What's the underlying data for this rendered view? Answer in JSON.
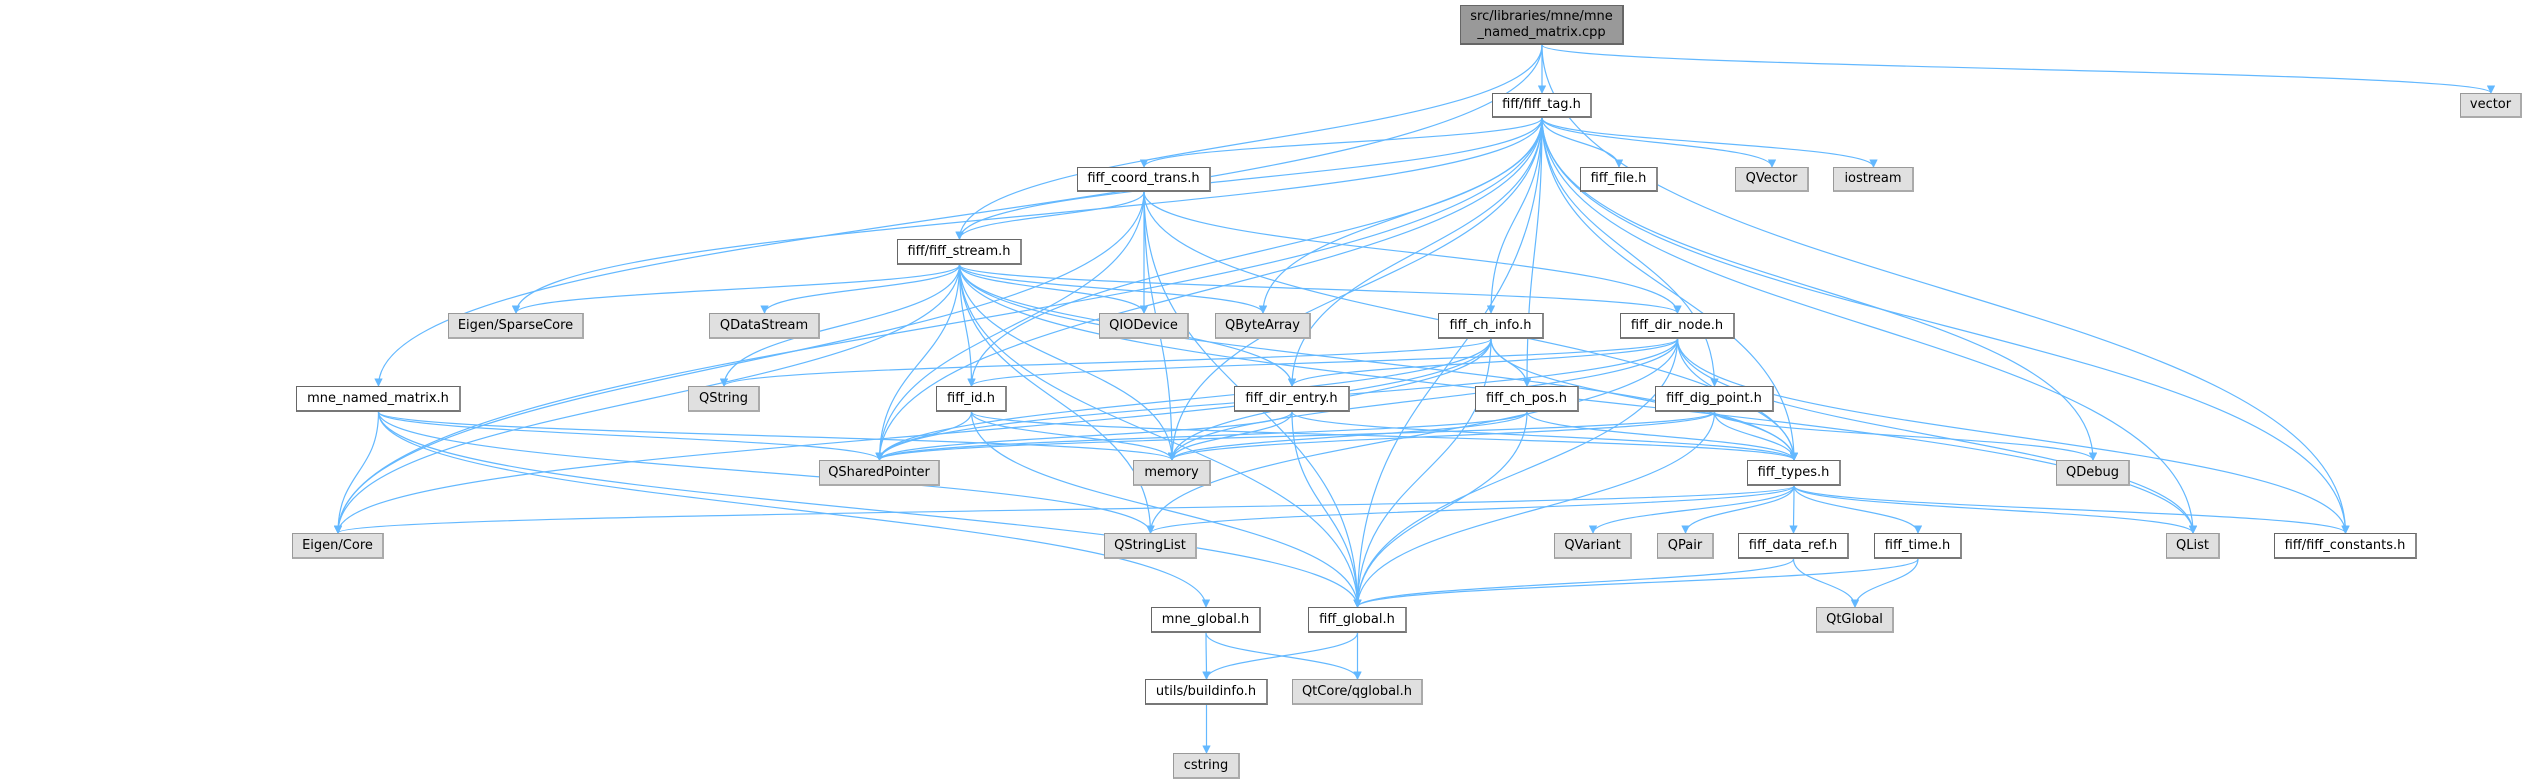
{
  "colors": {
    "edge": "#63b8ff",
    "root_fill": "#999999",
    "external_fill": "#e0e0e0",
    "internal_fill": "#ffffff"
  },
  "nodes": [
    {
      "id": "root",
      "label": "src/libraries/mne/mne\n_named_matrix.cpp",
      "kind": "root"
    },
    {
      "id": "fiff_tag",
      "label": "fiff/fiff_tag.h",
      "kind": "internal"
    },
    {
      "id": "vector",
      "label": "vector",
      "kind": "external"
    },
    {
      "id": "fiff_coord_trans",
      "label": "fiff_coord_trans.h",
      "kind": "internal"
    },
    {
      "id": "fiff_file",
      "label": "fiff_file.h",
      "kind": "internal"
    },
    {
      "id": "QVector",
      "label": "QVector",
      "kind": "external"
    },
    {
      "id": "iostream",
      "label": "iostream",
      "kind": "external"
    },
    {
      "id": "fiff_stream",
      "label": "fiff/fiff_stream.h",
      "kind": "internal"
    },
    {
      "id": "Eigen_SparseCore",
      "label": "Eigen/SparseCore",
      "kind": "external"
    },
    {
      "id": "QDataStream",
      "label": "QDataStream",
      "kind": "external"
    },
    {
      "id": "QIODevice",
      "label": "QIODevice",
      "kind": "external"
    },
    {
      "id": "QByteArray",
      "label": "QByteArray",
      "kind": "external"
    },
    {
      "id": "fiff_ch_info",
      "label": "fiff_ch_info.h",
      "kind": "internal"
    },
    {
      "id": "fiff_dir_node",
      "label": "fiff_dir_node.h",
      "kind": "internal"
    },
    {
      "id": "mne_named_matrix_h",
      "label": "mne_named_matrix.h",
      "kind": "internal"
    },
    {
      "id": "QString",
      "label": "QString",
      "kind": "external"
    },
    {
      "id": "fiff_id",
      "label": "fiff_id.h",
      "kind": "internal"
    },
    {
      "id": "fiff_dir_entry",
      "label": "fiff_dir_entry.h",
      "kind": "internal"
    },
    {
      "id": "fiff_ch_pos",
      "label": "fiff_ch_pos.h",
      "kind": "internal"
    },
    {
      "id": "fiff_dig_point",
      "label": "fiff_dig_point.h",
      "kind": "internal"
    },
    {
      "id": "QSharedPointer",
      "label": "QSharedPointer",
      "kind": "external"
    },
    {
      "id": "memory",
      "label": "memory",
      "kind": "external"
    },
    {
      "id": "fiff_types",
      "label": "fiff_types.h",
      "kind": "internal"
    },
    {
      "id": "QDebug",
      "label": "QDebug",
      "kind": "external"
    },
    {
      "id": "Eigen_Core",
      "label": "Eigen/Core",
      "kind": "external"
    },
    {
      "id": "QStringList",
      "label": "QStringList",
      "kind": "external"
    },
    {
      "id": "QVariant",
      "label": "QVariant",
      "kind": "external"
    },
    {
      "id": "QPair",
      "label": "QPair",
      "kind": "external"
    },
    {
      "id": "fiff_data_ref",
      "label": "fiff_data_ref.h",
      "kind": "internal"
    },
    {
      "id": "fiff_time",
      "label": "fiff_time.h",
      "kind": "internal"
    },
    {
      "id": "QList",
      "label": "QList",
      "kind": "external"
    },
    {
      "id": "fiff_constants",
      "label": "fiff/fiff_constants.h",
      "kind": "internal"
    },
    {
      "id": "mne_global",
      "label": "mne_global.h",
      "kind": "internal"
    },
    {
      "id": "fiff_global",
      "label": "fiff_global.h",
      "kind": "internal"
    },
    {
      "id": "QtGlobal",
      "label": "QtGlobal",
      "kind": "external"
    },
    {
      "id": "buildinfo",
      "label": "utils/buildinfo.h",
      "kind": "internal"
    },
    {
      "id": "qglobal",
      "label": "QtCore/qglobal.h",
      "kind": "external"
    },
    {
      "id": "cstring",
      "label": "cstring",
      "kind": "external"
    }
  ],
  "edges": [
    [
      "root",
      "fiff_tag"
    ],
    [
      "root",
      "vector"
    ],
    [
      "root",
      "fiff_stream"
    ],
    [
      "root",
      "mne_named_matrix_h"
    ],
    [
      "root",
      "fiff_constants"
    ],
    [
      "fiff_tag",
      "fiff_coord_trans"
    ],
    [
      "fiff_tag",
      "fiff_file"
    ],
    [
      "fiff_tag",
      "QVector"
    ],
    [
      "fiff_tag",
      "iostream"
    ],
    [
      "fiff_tag",
      "fiff_stream"
    ],
    [
      "fiff_tag",
      "QByteArray"
    ],
    [
      "fiff_tag",
      "fiff_ch_info"
    ],
    [
      "fiff_tag",
      "fiff_dir_entry"
    ],
    [
      "fiff_tag",
      "fiff_ch_pos"
    ],
    [
      "fiff_tag",
      "fiff_dig_point"
    ],
    [
      "fiff_tag",
      "fiff_types"
    ],
    [
      "fiff_tag",
      "QDebug"
    ],
    [
      "fiff_tag",
      "QList"
    ],
    [
      "fiff_tag",
      "fiff_constants"
    ],
    [
      "fiff_tag",
      "Eigen_SparseCore"
    ],
    [
      "fiff_tag",
      "Eigen_Core"
    ],
    [
      "fiff_tag",
      "QSharedPointer"
    ],
    [
      "fiff_tag",
      "memory"
    ],
    [
      "fiff_tag",
      "fiff_global"
    ],
    [
      "fiff_tag",
      "fiff_id"
    ],
    [
      "fiff_coord_trans",
      "fiff_stream"
    ],
    [
      "fiff_coord_trans",
      "QIODevice"
    ],
    [
      "fiff_coord_trans",
      "fiff_dir_node"
    ],
    [
      "fiff_coord_trans",
      "fiff_types"
    ],
    [
      "fiff_coord_trans",
      "Eigen_Core"
    ],
    [
      "fiff_coord_trans",
      "fiff_global"
    ],
    [
      "fiff_coord_trans",
      "QSharedPointer"
    ],
    [
      "fiff_coord_trans",
      "memory"
    ],
    [
      "fiff_stream",
      "Eigen_SparseCore"
    ],
    [
      "fiff_stream",
      "QDataStream"
    ],
    [
      "fiff_stream",
      "QIODevice"
    ],
    [
      "fiff_stream",
      "QByteArray"
    ],
    [
      "fiff_stream",
      "QString"
    ],
    [
      "fiff_stream",
      "fiff_id"
    ],
    [
      "fiff_stream",
      "fiff_dir_entry"
    ],
    [
      "fiff_stream",
      "fiff_dir_node"
    ],
    [
      "fiff_stream",
      "QSharedPointer"
    ],
    [
      "fiff_stream",
      "memory"
    ],
    [
      "fiff_stream",
      "QStringList"
    ],
    [
      "fiff_stream",
      "Eigen_Core"
    ],
    [
      "fiff_stream",
      "fiff_global"
    ],
    [
      "fiff_stream",
      "fiff_types"
    ],
    [
      "fiff_stream",
      "QList"
    ],
    [
      "fiff_ch_info",
      "fiff_ch_pos"
    ],
    [
      "fiff_ch_info",
      "QString"
    ],
    [
      "fiff_ch_info",
      "QSharedPointer"
    ],
    [
      "fiff_ch_info",
      "memory"
    ],
    [
      "fiff_ch_info",
      "Eigen_Core"
    ],
    [
      "fiff_ch_info",
      "fiff_types"
    ],
    [
      "fiff_ch_info",
      "fiff_global"
    ],
    [
      "fiff_dir_node",
      "fiff_dir_entry"
    ],
    [
      "fiff_dir_node",
      "fiff_id"
    ],
    [
      "fiff_dir_node",
      "QSharedPointer"
    ],
    [
      "fiff_dir_node",
      "memory"
    ],
    [
      "fiff_dir_node",
      "fiff_types"
    ],
    [
      "fiff_dir_node",
      "QList"
    ],
    [
      "fiff_dir_node",
      "fiff_global"
    ],
    [
      "fiff_dir_node",
      "QStringList"
    ],
    [
      "fiff_dir_node",
      "fiff_constants"
    ],
    [
      "mne_named_matrix_h",
      "Eigen_Core"
    ],
    [
      "mne_named_matrix_h",
      "QSharedPointer"
    ],
    [
      "mne_named_matrix_h",
      "memory"
    ],
    [
      "mne_named_matrix_h",
      "QStringList"
    ],
    [
      "mne_named_matrix_h",
      "mne_global"
    ],
    [
      "mne_named_matrix_h",
      "fiff_global"
    ],
    [
      "fiff_id",
      "QSharedPointer"
    ],
    [
      "fiff_id",
      "memory"
    ],
    [
      "fiff_id",
      "fiff_types"
    ],
    [
      "fiff_id",
      "fiff_global"
    ],
    [
      "fiff_dir_entry",
      "QSharedPointer"
    ],
    [
      "fiff_dir_entry",
      "memory"
    ],
    [
      "fiff_dir_entry",
      "fiff_types"
    ],
    [
      "fiff_dir_entry",
      "fiff_global"
    ],
    [
      "fiff_ch_pos",
      "QSharedPointer"
    ],
    [
      "fiff_ch_pos",
      "memory"
    ],
    [
      "fiff_ch_pos",
      "fiff_types"
    ],
    [
      "fiff_ch_pos",
      "fiff_global"
    ],
    [
      "fiff_dig_point",
      "QSharedPointer"
    ],
    [
      "fiff_dig_point",
      "memory"
    ],
    [
      "fiff_dig_point",
      "fiff_types"
    ],
    [
      "fiff_dig_point",
      "QDebug"
    ],
    [
      "fiff_dig_point",
      "fiff_global"
    ],
    [
      "fiff_types",
      "Eigen_Core"
    ],
    [
      "fiff_types",
      "QStringList"
    ],
    [
      "fiff_types",
      "QVariant"
    ],
    [
      "fiff_types",
      "QPair"
    ],
    [
      "fiff_types",
      "fiff_data_ref"
    ],
    [
      "fiff_types",
      "fiff_time"
    ],
    [
      "fiff_types",
      "QList"
    ],
    [
      "fiff_types",
      "fiff_constants"
    ],
    [
      "fiff_data_ref",
      "fiff_global"
    ],
    [
      "fiff_data_ref",
      "QtGlobal"
    ],
    [
      "fiff_time",
      "fiff_global"
    ],
    [
      "fiff_time",
      "QtGlobal"
    ],
    [
      "mne_global",
      "buildinfo"
    ],
    [
      "mne_global",
      "qglobal"
    ],
    [
      "fiff_global",
      "buildinfo"
    ],
    [
      "fiff_global",
      "qglobal"
    ],
    [
      "buildinfo",
      "cstring"
    ]
  ]
}
